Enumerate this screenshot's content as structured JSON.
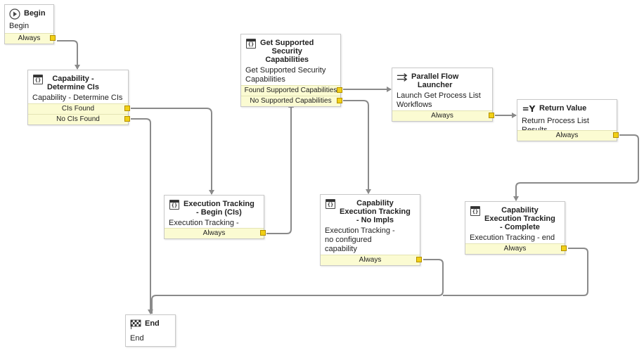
{
  "nodes": {
    "begin": {
      "title": "Begin",
      "description": "Begin",
      "outputs": [
        "Always"
      ],
      "icon": "play-icon"
    },
    "cap_determine": {
      "title": "Capability -\nDetermine CIs",
      "description": "Capability - Determine CIs",
      "outputs": [
        "CIs Found",
        "No CIs Found"
      ],
      "icon": "script-icon"
    },
    "exec_begin": {
      "title": "Execution Tracking\n- Begin (CIs)",
      "description": "Execution Tracking - begin",
      "outputs": [
        "Always"
      ],
      "icon": "script-icon"
    },
    "get_supported": {
      "title": "Get Supported\nSecurity\nCapabilities",
      "description": "Get Supported Security Capabilities",
      "outputs": [
        "Found Supported Capabilities",
        "No Supported Capabilities"
      ],
      "icon": "script-icon"
    },
    "parallel": {
      "title": "Parallel Flow\nLauncher",
      "description": "Launch Get Process List Workflows",
      "outputs": [
        "Always"
      ],
      "icon": "parallel-arrows-icon"
    },
    "return_value": {
      "title": "Return Value",
      "description": "Return Process List Results",
      "outputs": [
        "Always"
      ],
      "icon": "return-value-icon"
    },
    "exec_noimpl": {
      "title": "Capability\nExecution Tracking\n- No Impls",
      "description": "Execution Tracking - no configured capability implementations",
      "outputs": [
        "Always"
      ],
      "icon": "script-icon"
    },
    "exec_complete": {
      "title": "Capability\nExecution Tracking\n- Complete",
      "description": "Execution Tracking - end",
      "outputs": [
        "Always"
      ],
      "icon": "script-icon"
    },
    "end": {
      "title": "End",
      "description": "End",
      "outputs": [],
      "icon": "checkered-flag-icon"
    }
  },
  "colors": {
    "port": "#f1d016",
    "output_bg": "#fbfbd2",
    "link": "#8a8a8a"
  }
}
